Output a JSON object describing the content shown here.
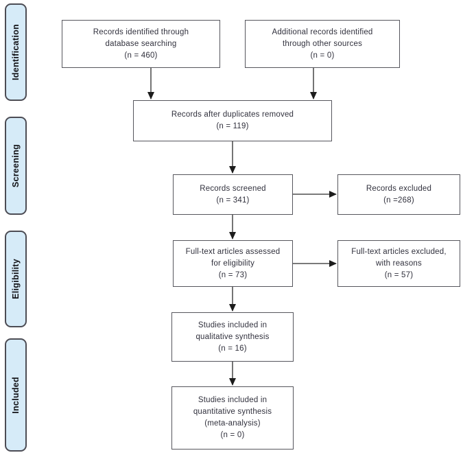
{
  "stages": [
    {
      "label": "Identification"
    },
    {
      "label": "Screening"
    },
    {
      "label": "Eligibility"
    },
    {
      "label": "Included"
    }
  ],
  "flow": {
    "boxes": [
      {
        "id": "records-identified",
        "lines": [
          "Records identified through",
          "database searching",
          "(n = 460)"
        ]
      },
      {
        "id": "additional-records",
        "lines": [
          "Additional records identified",
          "through other sources",
          "(n = 0)"
        ]
      },
      {
        "id": "duplicates-removed",
        "lines": [
          "Records after duplicates removed",
          "(n = 119)"
        ]
      },
      {
        "id": "records-screened",
        "lines": [
          "Records screened",
          "(n = 341)"
        ]
      },
      {
        "id": "records-excluded",
        "lines": [
          "Records excluded",
          "(n =268)"
        ]
      },
      {
        "id": "fulltext-assessed",
        "lines": [
          "Full-text articles assessed",
          "for eligibility",
          "(n = 73)"
        ]
      },
      {
        "id": "fulltext-excluded",
        "lines": [
          "Full-text articles excluded,",
          "with reasons",
          "(n = 57)"
        ]
      },
      {
        "id": "qualitative-synthesis",
        "lines": [
          "Studies included in",
          "qualitative synthesis",
          "(n = 16)"
        ]
      },
      {
        "id": "quantitative-synthesis",
        "lines": [
          "Studies included in",
          "quantitative synthesis",
          "(meta-analysis)",
          "(n = 0)"
        ]
      }
    ]
  },
  "colors": {
    "stage_fill": "#d6ebf8",
    "stage_border": "#4c4c54",
    "box_border": "#55555c",
    "text": "#30303c",
    "arrow": "#2a2a2a"
  }
}
